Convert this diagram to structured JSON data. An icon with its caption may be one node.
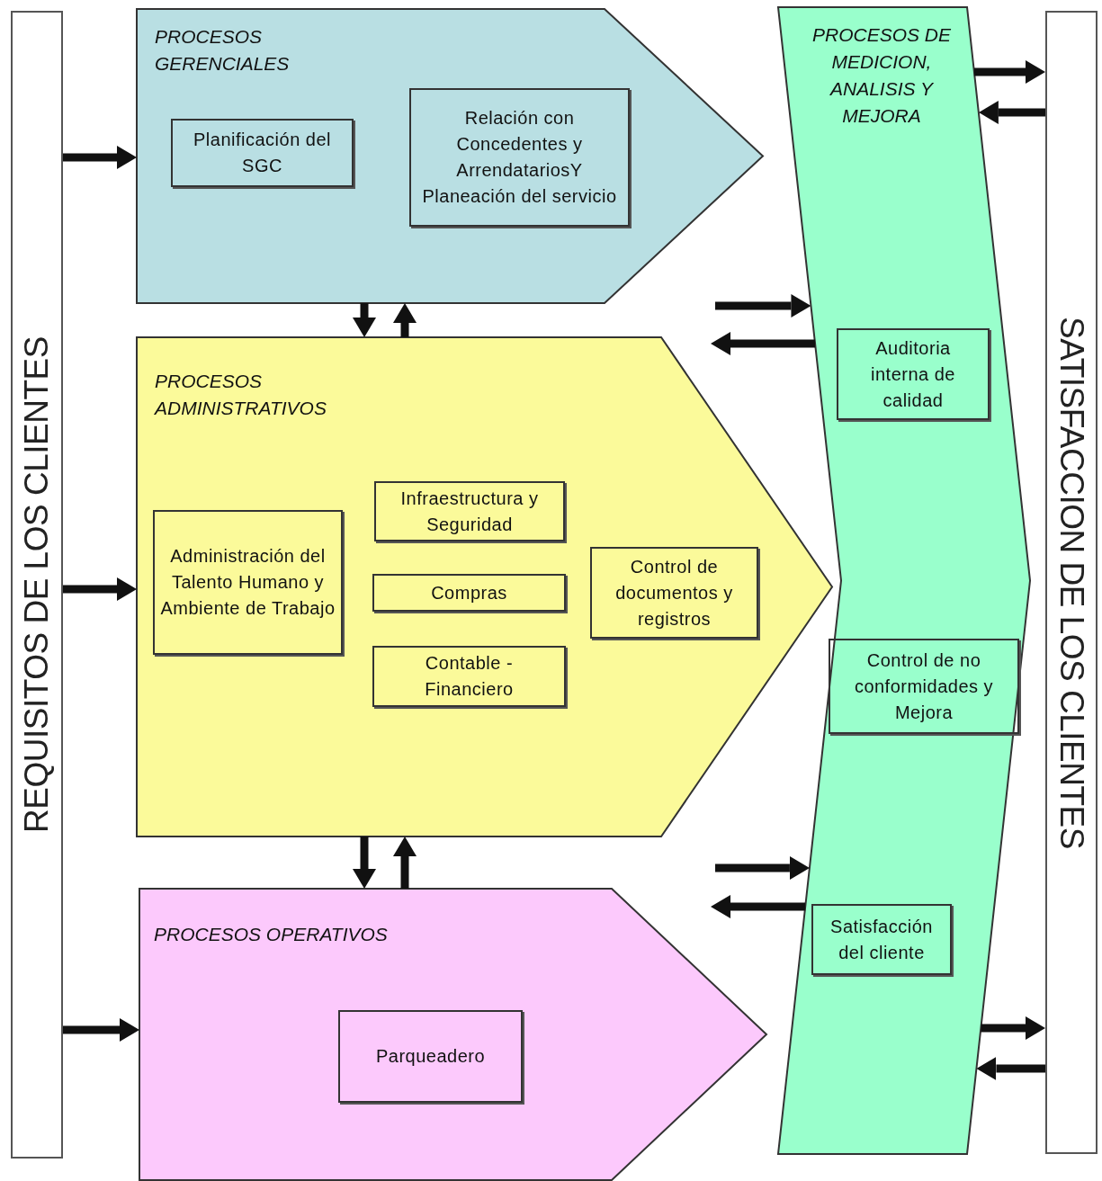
{
  "diagram": {
    "nodes": [
      {
        "text": [
          "REQUISITOS DE LOS CLIENTES"
        ]
      },
      {
        "text": [
          "PROCESOS GERENCIALES"
        ]
      },
      {
        "text": [
          "Planificación del SGC"
        ],
        "in": 1
      },
      {
        "text": [
          "Relación con Concedentes y ArrendatariosY Planeación del servicio"
        ],
        "in": 1
      },
      {
        "text": [
          "PROCESOS ADMINISTRATIVOS"
        ]
      },
      {
        "text": [
          "Administración del Talento Humano y Ambiente de Trabajo"
        ],
        "in": 4
      },
      {
        "text": [
          "Infraestructura y Seguridad"
        ],
        "in": 4
      },
      {
        "text": [
          "Compras"
        ],
        "in": 4
      },
      {
        "text": [
          "Contable - Financiero"
        ],
        "in": 4
      },
      {
        "text": [
          "Control de documentos y registros"
        ],
        "in": 4
      },
      {
        "text": [
          "PROCESOS OPERATIVOS"
        ]
      },
      {
        "text": [
          "Parqueadero"
        ],
        "in": 10
      },
      {
        "text": [
          "PROCESOS DE MEDICION, ANALISIS Y MEJORA"
        ]
      },
      {
        "text": [
          "Auditoria interna de calidad"
        ],
        "in": 12
      },
      {
        "text": [
          "Control de no conformidades y Mejora"
        ],
        "in": 12
      },
      {
        "text": [
          "Satisfacción del cliente"
        ],
        "in": 12
      },
      {
        "text": [
          "SATISFACCION DE LOS CLIENTES"
        ]
      }
    ],
    "edges": [
      {
        "from": 0,
        "to": 1,
        "arrow": "to"
      },
      {
        "from": 0,
        "to": 4,
        "arrow": "to"
      },
      {
        "from": 0,
        "to": 10,
        "arrow": "to"
      },
      {
        "from": 1,
        "to": 4,
        "arrow": "to"
      },
      {
        "from": 4,
        "to": 1,
        "arrow": "to"
      },
      {
        "from": 4,
        "to": 10,
        "arrow": "to"
      },
      {
        "from": 10,
        "to": 4,
        "arrow": "to"
      },
      {
        "from": null,
        "to": 12,
        "arrow": "to"
      },
      {
        "from": 12,
        "to": null,
        "arrow": "to"
      },
      {
        "from": null,
        "to": 12,
        "arrow": "to"
      },
      {
        "from": 12,
        "to": null,
        "arrow": "to"
      },
      {
        "from": 12,
        "to": 16,
        "arrow": "to"
      },
      {
        "from": 16,
        "to": 12,
        "arrow": "to"
      },
      {
        "from": 12,
        "to": 16,
        "arrow": "to"
      },
      {
        "from": 16,
        "to": 12,
        "arrow": "to"
      }
    ]
  }
}
